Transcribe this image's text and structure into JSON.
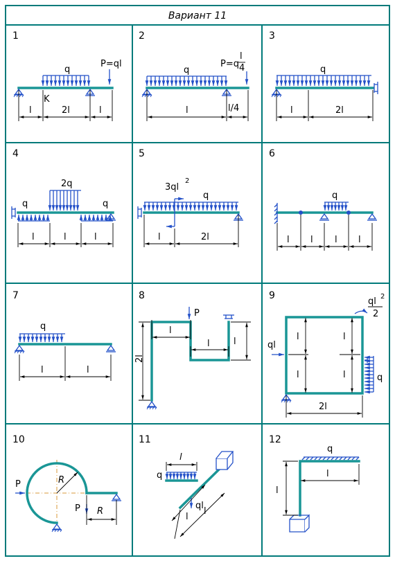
{
  "header": {
    "title": "Вариант  11"
  },
  "cells": [
    {
      "num": "1",
      "labels": {
        "q": "q",
        "P": "P=ql",
        "K": "K",
        "l1": "l",
        "l2": "2l",
        "l3": "l"
      }
    },
    {
      "num": "2",
      "labels": {
        "q": "q",
        "P": "P=q",
        "Pfrac_num": "l",
        "Pfrac_den": "4",
        "l1": "l",
        "l2": "l/4"
      }
    },
    {
      "num": "3",
      "labels": {
        "q": "q",
        "l1": "l",
        "l2": "2l"
      }
    },
    {
      "num": "4",
      "labels": {
        "q2": "2q",
        "qL": "q",
        "qR": "q",
        "l1": "l",
        "l2": "l",
        "l3": "l"
      }
    },
    {
      "num": "5",
      "labels": {
        "M": "3ql",
        "Mexp": "2",
        "q": "q",
        "l1": "l",
        "l2": "2l"
      }
    },
    {
      "num": "6",
      "labels": {
        "q": "q",
        "l1": "l",
        "l2": "l",
        "l3": "l",
        "l4": "l"
      }
    },
    {
      "num": "7",
      "labels": {
        "q": "q",
        "l1": "l",
        "l2": "l"
      }
    },
    {
      "num": "8",
      "labels": {
        "P": "P",
        "l1": "l",
        "l2": "l",
        "l3": "l",
        "h": "2l"
      }
    },
    {
      "num": "9",
      "labels": {
        "M": "ql",
        "Mexp": "2",
        "Mden": "2",
        "F": "ql",
        "q": "q",
        "a1": "l",
        "a2": "l",
        "b1": "l",
        "b2": "l",
        "w": "2l"
      }
    },
    {
      "num": "10",
      "labels": {
        "P1": "P",
        "P2": "P",
        "R1": "R",
        "R2": "R"
      }
    },
    {
      "num": "11",
      "labels": {
        "q": "q",
        "l1": "l",
        "F": "ql",
        "l2": "l",
        "l3": "l"
      }
    },
    {
      "num": "12",
      "labels": {
        "q": "q",
        "l1": "l",
        "l2": "l"
      }
    }
  ]
}
